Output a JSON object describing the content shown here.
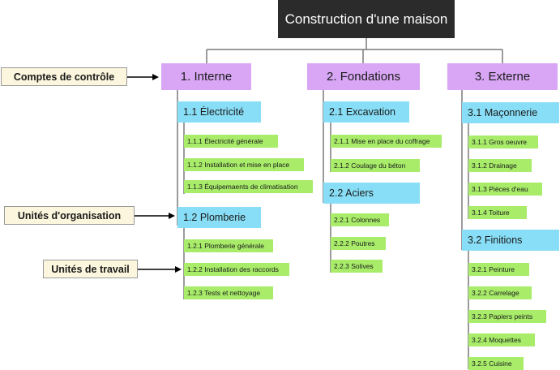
{
  "root": "Construction d'une maison",
  "level1": [
    "1. Interne",
    "2. Fondations",
    "3. Externe"
  ],
  "level2": {
    "elec": "1.1 Électricité",
    "plomb": "1.2 Plomberie",
    "excav": "2.1 Excavation",
    "aciers": "2.2 Aciers",
    "macon": "3.1 Maçonnerie",
    "finit": "3.2 Finitions"
  },
  "level3": {
    "elec": [
      "1.1.1 Électricité générale",
      "1.1.2 Installation et mise en place",
      "1.1.3 Équipemaents de climatisation"
    ],
    "plomb": [
      "1.2.1 Plomberie générale",
      "1.2.2 Installation des raccords",
      "1.2.3 Tests et nettoyage"
    ],
    "excav": [
      "2.1.1 Mise en place du coffrage",
      "2.1.2 Coulage du béton"
    ],
    "aciers": [
      "2.2.1 Colonnes",
      "2.2.2 Poutres",
      "2.2.3 Solives"
    ],
    "macon": [
      "3.1.1 Gros oeuvre",
      "3.1.2 Drainage",
      "3.1.3 Pièces d'eau",
      "3.1.4 Toiture"
    ],
    "finit": [
      "3.2.1 Peinture",
      "3.2.2 Carrelage",
      "3.2.3 Papiers peints",
      "3.2.4 Moquettes",
      "3.2.5 Cuisine"
    ]
  },
  "legend": {
    "comptes": "Comptes de contrôle",
    "unites_org": "Unités d'organisation",
    "unites_travail": "Unités de travail"
  },
  "colors": {
    "root": "#2b2b2b",
    "level1": "#d8a6f4",
    "level2": "#88def6",
    "level3": "#a8ec6a",
    "legend": "#fbf6dd"
  }
}
